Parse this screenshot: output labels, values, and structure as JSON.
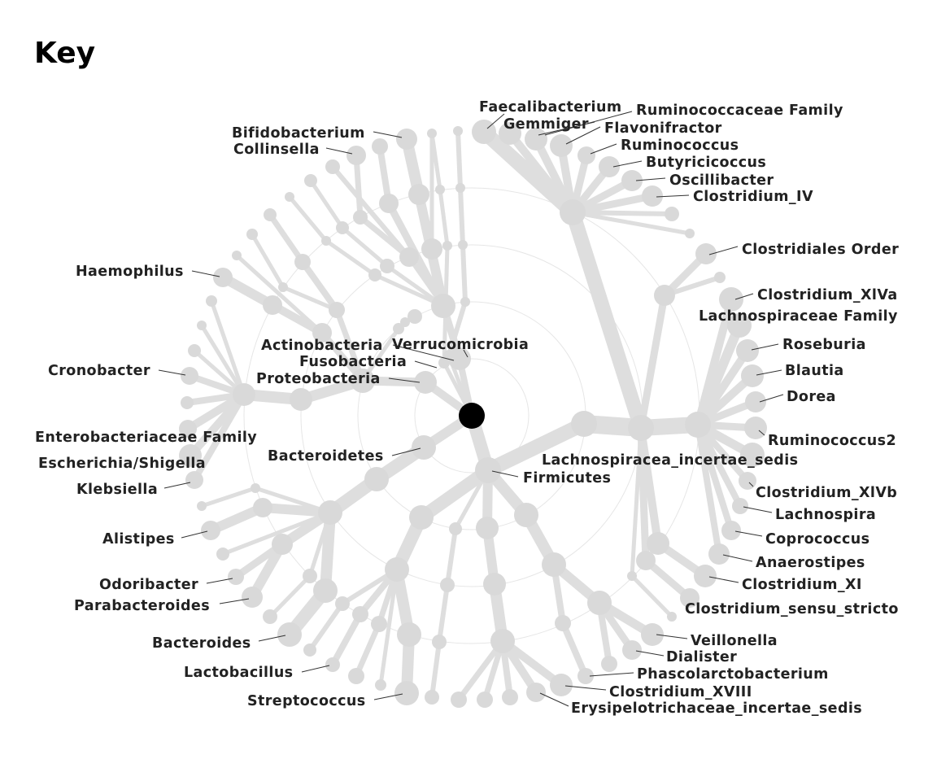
{
  "title": "Key",
  "colors": {
    "root": "#000000",
    "node": "#d9d9d9",
    "edge": "#dedede",
    "ring": "#e6e6e6",
    "label": "#222222"
  },
  "labels": {
    "actinobacteria": "Actinobacteria",
    "verrucomicrobia": "Verrucomicrobia",
    "fusobacteria": "Fusobacteria",
    "proteobacteria": "Proteobacteria",
    "bacteroidetes": "Bacteroidetes",
    "firmicutes": "Firmicutes",
    "lachnospiracea_incertae_sedis": "Lachnospiracea_incertae_sedis",
    "bifidobacterium": "Bifidobacterium",
    "collinsella": "Collinsella",
    "haemophilus": "Haemophilus",
    "cronobacter": "Cronobacter",
    "enterobacteriaceae_family": "Enterobacteriaceae Family",
    "escherichia_shigella": "Escherichia/Shigella",
    "klebsiella": "Klebsiella",
    "alistipes": "Alistipes",
    "odoribacter": "Odoribacter",
    "parabacteroides": "Parabacteroides",
    "bacteroides": "Bacteroides",
    "lactobacillus": "Lactobacillus",
    "streptococcus": "Streptococcus",
    "faecalibacterium": "Faecalibacterium",
    "gemmiger": "Gemmiger",
    "ruminococcaceae_family": "Ruminococcaceae Family",
    "flavonifractor": "Flavonifractor",
    "ruminococcus": "Ruminococcus",
    "butyricicoccus": "Butyricicoccus",
    "oscillibacter": "Oscillibacter",
    "clostridium_iv": "Clostridium_IV",
    "clostridiales_order": "Clostridiales Order",
    "clostridium_xiva": "Clostridium_XlVa",
    "lachnospiraceae_family": "Lachnospiraceae Family",
    "roseburia": "Roseburia",
    "blautia": "Blautia",
    "dorea": "Dorea",
    "ruminococcus2": "Ruminococcus2",
    "clostridium_xivb": "Clostridium_XlVb",
    "lachnospira": "Lachnospira",
    "coprococcus": "Coprococcus",
    "anaerostipes": "Anaerostipes",
    "clostridium_xi": "Clostridium_XI",
    "clostridium_sensu_stricto": "Clostridium_sensu_stricto",
    "veillonella": "Veillonella",
    "dialister": "Dialister",
    "phascolarctobacterium": "Phascolarctobacterium",
    "clostridium_xviii": "Clostridium_XVIII",
    "erysipelotrichaceae_incertae_sedis": "Erysipelotrichaceae_incertae_sedis"
  }
}
